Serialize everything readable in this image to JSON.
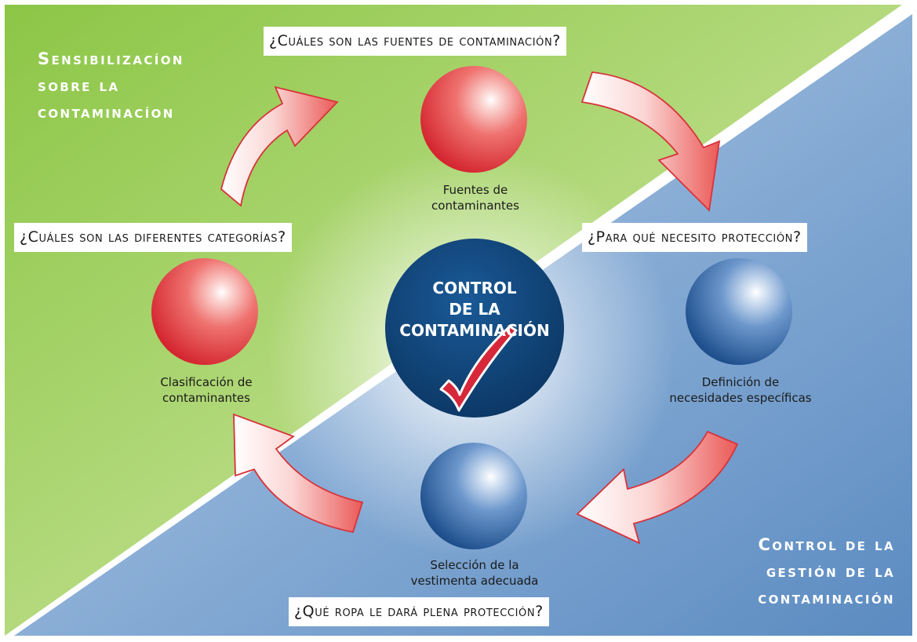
{
  "headings": {
    "top_left": [
      "Sensibilizacíon",
      "sobre la",
      "contaminacíon"
    ],
    "bottom_right": [
      "Control de la",
      "gestión de la",
      "contaminación"
    ]
  },
  "questions": {
    "top": "¿Cuáles son las fuentes de contaminación?",
    "right": "¿Para qué necesito protección?",
    "left": "¿Cuáles son las diferentes categorías?",
    "bottom": "¿Qué ropa le dará plena protección?"
  },
  "nodes": {
    "top": [
      "Fuentes de",
      "contaminantes"
    ],
    "right": [
      "Definición de",
      "necesidades específicas"
    ],
    "bottom": [
      "Selección de la",
      "vestimenta adecuada"
    ],
    "left": [
      "Clasificación de",
      "contaminantes"
    ]
  },
  "center": [
    "CONTROL",
    "DE LA",
    "CONTAMINACIÓN"
  ],
  "colors": {
    "green": "#8fc74a",
    "blue": "#5f8ec2",
    "red_sphere": "#e0383c",
    "blue_sphere": "#2d62a0",
    "center_circle": "#0d3f73",
    "check": "#d6283a"
  }
}
